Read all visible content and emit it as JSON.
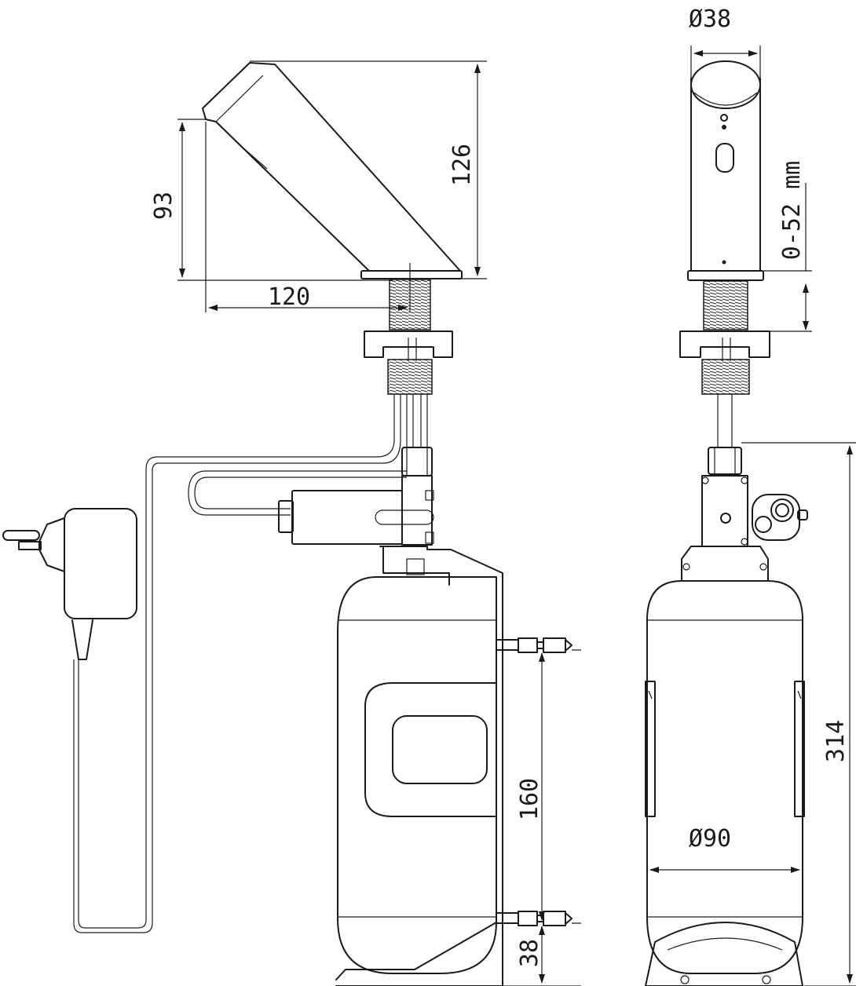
{
  "dimensions": {
    "spout_height": "126",
    "outlet_height": "93",
    "spout_reach": "120",
    "head_diameter": "Ø38",
    "deck_thickness": "0-52 mm",
    "overall_height": "314",
    "tank_diameter": "Ø90",
    "inlet_spacing": "160",
    "lower_inlet": "38"
  }
}
